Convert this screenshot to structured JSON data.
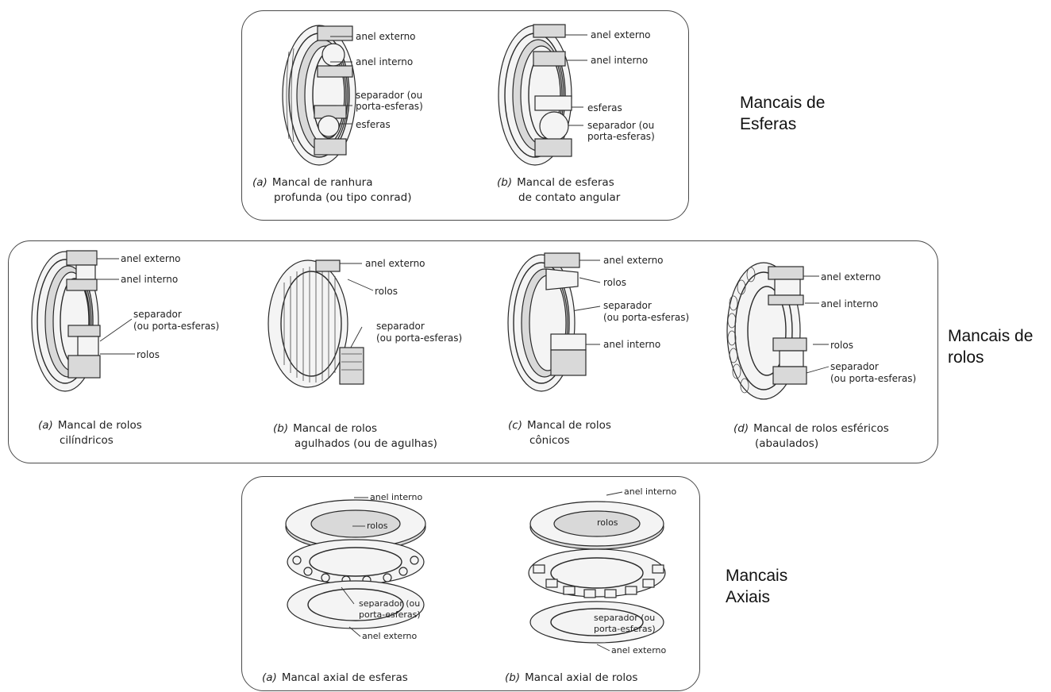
{
  "groups": {
    "esferas": {
      "title_line1": "Mancais de",
      "title_line2": "Esferas",
      "figures": [
        {
          "tag": "(a)",
          "caption_line1": "Mancal de ranhura",
          "caption_line2": "profunda (ou tipo conrad)",
          "labels": [
            "anel externo",
            "anel interno",
            "separador (ou",
            "porta-esferas)",
            "esferas"
          ]
        },
        {
          "tag": "(b)",
          "caption_line1": "Mancal de esferas",
          "caption_line2": "de contato angular",
          "labels": [
            "anel externo",
            "anel interno",
            "esferas",
            "separador (ou",
            "porta-esferas)"
          ]
        }
      ]
    },
    "rolos": {
      "title_line1": "Mancais de",
      "title_line2": "rolos",
      "figures": [
        {
          "tag": "(a)",
          "caption_line1": "Mancal de rolos",
          "caption_line2": "cilíndricos",
          "labels": [
            "anel externo",
            "anel interno",
            "separador",
            "(ou porta-esferas)",
            "rolos"
          ]
        },
        {
          "tag": "(b)",
          "caption_line1": "Mancal de rolos",
          "caption_line2": "agulhados (ou de agulhas)",
          "labels": [
            "anel externo",
            "rolos",
            "separador",
            "(ou porta-esferas)"
          ]
        },
        {
          "tag": "(c)",
          "caption_line1": "Mancal de rolos",
          "caption_line2": "cônicos",
          "labels": [
            "anel externo",
            "rolos",
            "separador",
            "(ou porta-esferas)",
            "anel interno"
          ]
        },
        {
          "tag": "(d)",
          "caption_line1": "Mancal de rolos esféricos",
          "caption_line2": "(abaulados)",
          "labels": [
            "anel externo",
            "anel interno",
            "rolos",
            "separador",
            "(ou porta-esferas)"
          ]
        }
      ]
    },
    "axiais": {
      "title_line1": "Mancais",
      "title_line2": "Axiais",
      "figures": [
        {
          "tag": "(a)",
          "caption_line1": "Mancal axial de esferas",
          "labels": [
            "anel interno",
            "rolos",
            "separador (ou",
            "porta-esferas)",
            "anel externo"
          ]
        },
        {
          "tag": "(b)",
          "caption_line1": "Mancal axial de rolos",
          "labels": [
            "anel interno",
            "rolos",
            "separador (ou",
            "porta-esferas)",
            "anel externo"
          ]
        }
      ]
    }
  }
}
